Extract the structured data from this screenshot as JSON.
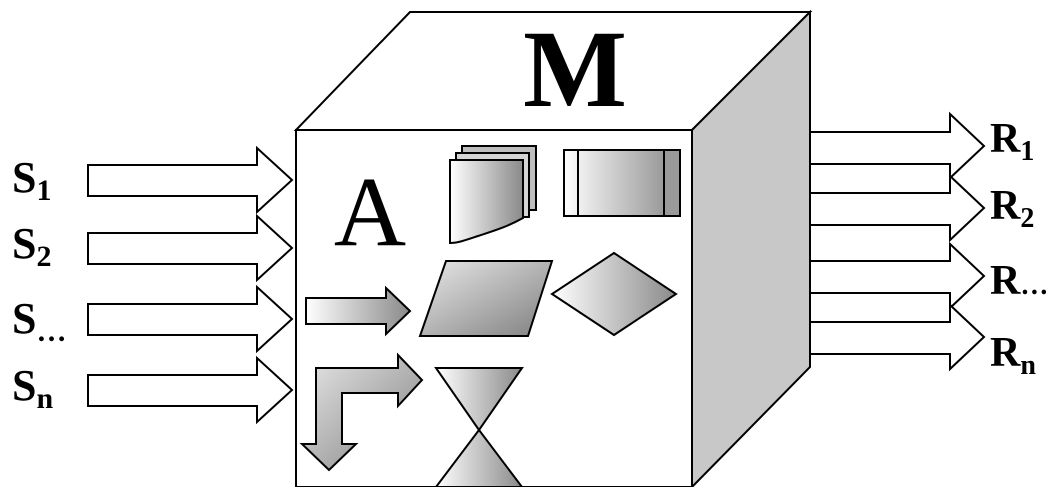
{
  "box_label": "M",
  "inner_label": "A",
  "inputs": [
    {
      "base": "S",
      "sub": "1"
    },
    {
      "base": "S",
      "sub": "2"
    },
    {
      "base": "S",
      "sub": "…"
    },
    {
      "base": "S",
      "sub": "n"
    }
  ],
  "outputs": [
    {
      "base": "R",
      "sub": "1"
    },
    {
      "base": "R",
      "sub": "2"
    },
    {
      "base": "R",
      "sub": "…"
    },
    {
      "base": "R",
      "sub": "n"
    }
  ],
  "colors": {
    "stroke": "#000000",
    "side_face": "#c8c8c8",
    "fill": "#ffffff"
  },
  "icons": [
    "stacked-documents-icon",
    "predefined-process-icon",
    "parallelogram-data-icon",
    "decision-diamond-icon",
    "arrow-right-icon",
    "bent-arrow-icon",
    "hourglass-icon"
  ]
}
